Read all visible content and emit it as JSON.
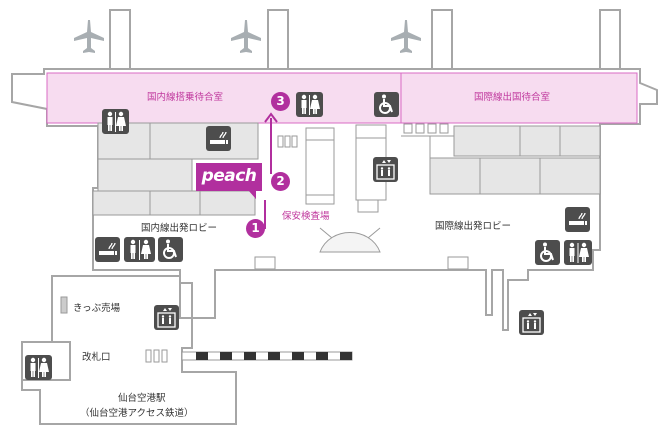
{
  "labels": {
    "domestic_lounge": "国内線搭乗待合室",
    "intl_lounge": "国際線出国待合室",
    "security": "保安検査場",
    "domestic_lobby": "国内線出発ロビー",
    "intl_lobby": "国際線出発ロビー",
    "ticket_sales": "きっぷ売場",
    "gate": "改札口",
    "station_name": "仙台空港駅",
    "station_line": "（仙台空港アクセス鉄道）"
  },
  "brand": {
    "text": "peach",
    "color": "#b12f9e"
  },
  "route_steps": [
    "1",
    "2",
    "3"
  ],
  "colors": {
    "accent": "#b12f9e",
    "lounge_fill": "#f7dcf0",
    "lounge_border": "#d86bc4",
    "icon_bg": "#4d4d4d",
    "wall": "#a6a6a6",
    "room_fill": "#e6e6e6"
  },
  "icons": [
    "airplane-icon",
    "restroom-icon",
    "wheelchair-icon",
    "smoking-icon",
    "elevator-icon"
  ]
}
